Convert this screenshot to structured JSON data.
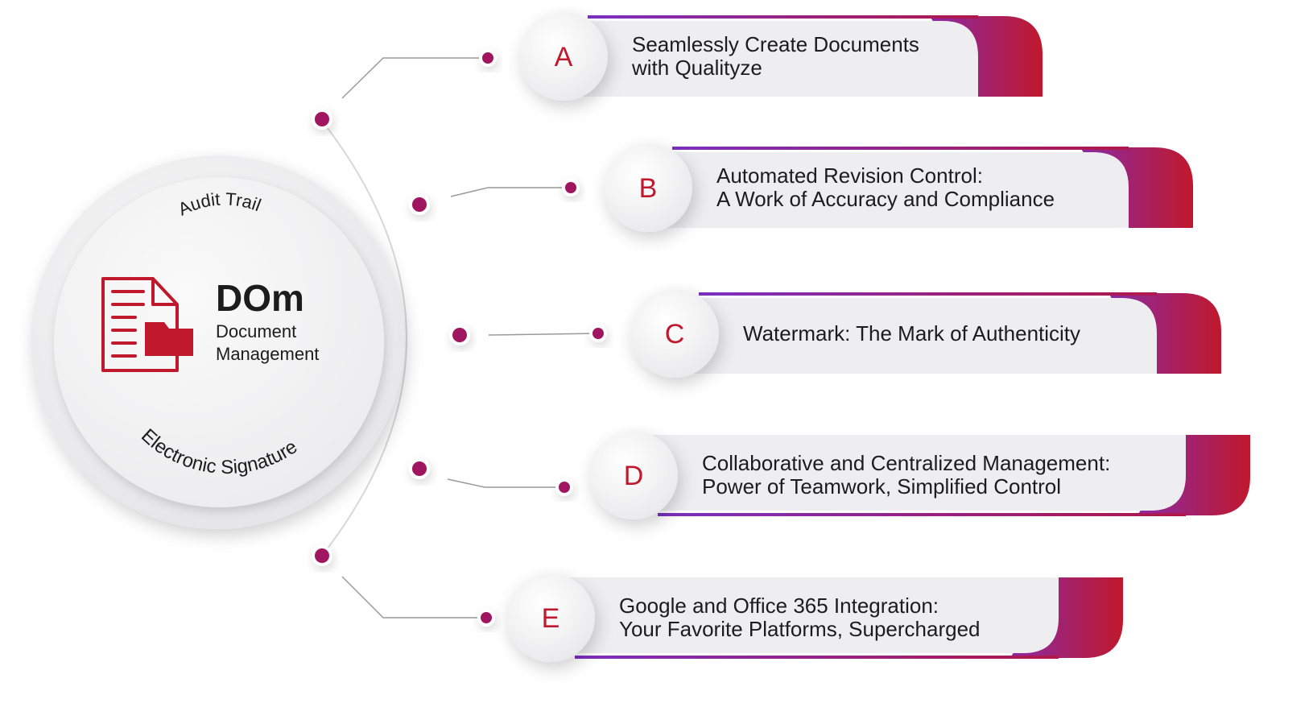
{
  "hub": {
    "title": "DOm",
    "subtitle_line1": "Document",
    "subtitle_line2": "Management",
    "arc_top": "Audit Trail",
    "arc_bottom": "Electronic Signature",
    "icon": "document-folder-icon"
  },
  "items": [
    {
      "letter": "A",
      "line1": "Seamlessly Create Documents",
      "line2": "with Qualityze"
    },
    {
      "letter": "B",
      "line1": "Automated Revision Control:",
      "line2": "A Work of Accuracy and Compliance"
    },
    {
      "letter": "C",
      "line1": "Watermark: The Mark of Authenticity",
      "line2": ""
    },
    {
      "letter": "D",
      "line1": "Collaborative and Centralized Management:",
      "line2": "Power of Teamwork, Simplified Control"
    },
    {
      "letter": "E",
      "line1": "Google and Office 365 Integration:",
      "line2": "Your Favorite Platforms, Supercharged"
    }
  ],
  "colors": {
    "accent_red": "#c0182c",
    "accent_purple": "#7b2fc0",
    "node_dot": "#a0155f",
    "connector": "#9a9a9a",
    "pill_fill": "#eeeef0",
    "text_dark": "#1c1c1c"
  }
}
